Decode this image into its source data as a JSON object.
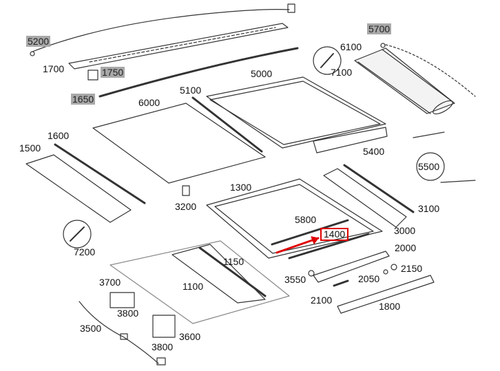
{
  "diagram": {
    "highlight_color": "#e00000",
    "grey_label_color": "#a9a9a9",
    "labels": {
      "p5200": "5200",
      "p1700": "1700",
      "p1750": "1750",
      "p1650": "1650",
      "p5700": "5700",
      "p6100": "6100",
      "p7100": "7100",
      "p5000": "5000",
      "p5100": "5100",
      "p6000": "6000",
      "p1600": "1600",
      "p1500": "1500",
      "p5400": "5400",
      "p5500": "5500",
      "p3200": "3200",
      "p1300": "1300",
      "p3100": "3100",
      "p5800": "5800",
      "p3000": "3000",
      "p1400": "1400",
      "p7200": "7200",
      "p2000": "2000",
      "p1150": "1150",
      "p2150": "2150",
      "p3550": "3550",
      "p2050": "2050",
      "p3700": "3700",
      "p1100": "1100",
      "p2100": "2100",
      "p1800": "1800",
      "p3800a": "3800",
      "p3500": "3500",
      "p3600": "3600",
      "p3800b": "3800"
    }
  }
}
